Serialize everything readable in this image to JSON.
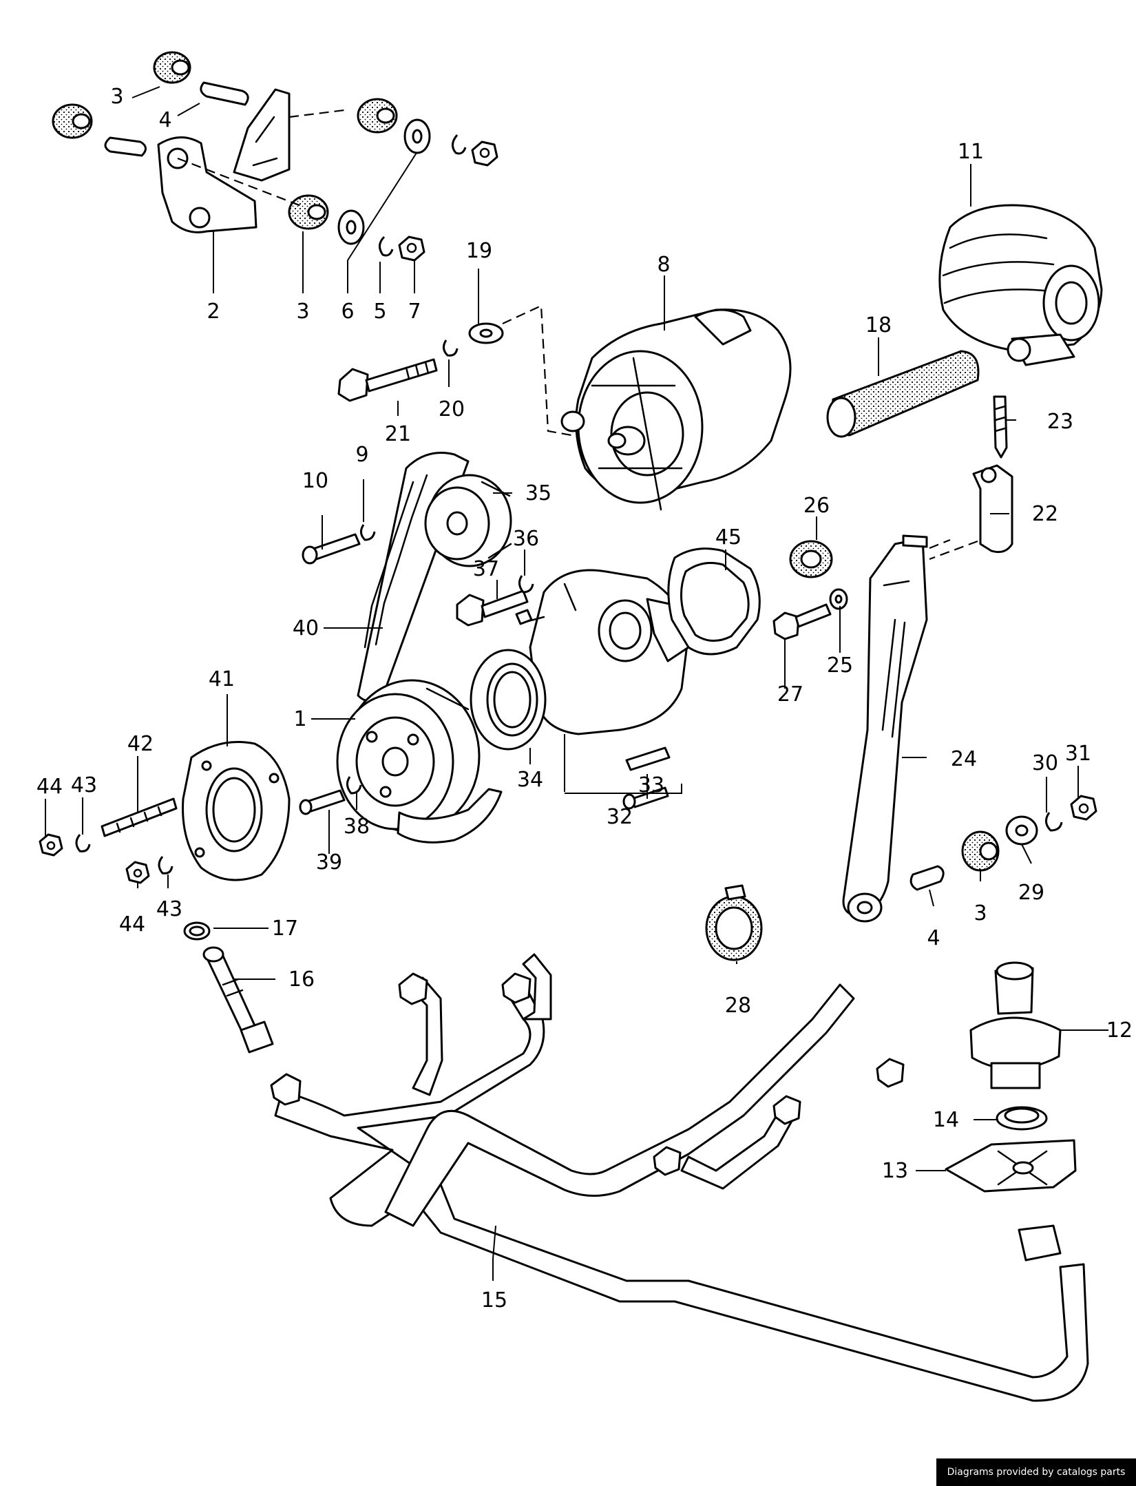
{
  "diagram": {
    "callouts": [
      {
        "id": "3a",
        "label": "3"
      },
      {
        "id": "4a",
        "label": "4"
      },
      {
        "id": "2",
        "label": "2"
      },
      {
        "id": "3b",
        "label": "3"
      },
      {
        "id": "6",
        "label": "6"
      },
      {
        "id": "5",
        "label": "5"
      },
      {
        "id": "7",
        "label": "7"
      },
      {
        "id": "19",
        "label": "19"
      },
      {
        "id": "8",
        "label": "8"
      },
      {
        "id": "11",
        "label": "11"
      },
      {
        "id": "18",
        "label": "18"
      },
      {
        "id": "21",
        "label": "21"
      },
      {
        "id": "20",
        "label": "20"
      },
      {
        "id": "23",
        "label": "23"
      },
      {
        "id": "10",
        "label": "10"
      },
      {
        "id": "9",
        "label": "9"
      },
      {
        "id": "35",
        "label": "35"
      },
      {
        "id": "26",
        "label": "26"
      },
      {
        "id": "22",
        "label": "22"
      },
      {
        "id": "36",
        "label": "36"
      },
      {
        "id": "37",
        "label": "37"
      },
      {
        "id": "45",
        "label": "45"
      },
      {
        "id": "40",
        "label": "40"
      },
      {
        "id": "25",
        "label": "25"
      },
      {
        "id": "27",
        "label": "27"
      },
      {
        "id": "41",
        "label": "41"
      },
      {
        "id": "1",
        "label": "1"
      },
      {
        "id": "42",
        "label": "42"
      },
      {
        "id": "43a",
        "label": "43"
      },
      {
        "id": "44a",
        "label": "44"
      },
      {
        "id": "34",
        "label": "34"
      },
      {
        "id": "33",
        "label": "33"
      },
      {
        "id": "32",
        "label": "32"
      },
      {
        "id": "24",
        "label": "24"
      },
      {
        "id": "31",
        "label": "31"
      },
      {
        "id": "30",
        "label": "30"
      },
      {
        "id": "39",
        "label": "39"
      },
      {
        "id": "38",
        "label": "38"
      },
      {
        "id": "29",
        "label": "29"
      },
      {
        "id": "44b",
        "label": "44"
      },
      {
        "id": "43b",
        "label": "43"
      },
      {
        "id": "3c",
        "label": "3"
      },
      {
        "id": "4b",
        "label": "4"
      },
      {
        "id": "17",
        "label": "17"
      },
      {
        "id": "16",
        "label": "16"
      },
      {
        "id": "28",
        "label": "28"
      },
      {
        "id": "12",
        "label": "12"
      },
      {
        "id": "14",
        "label": "14"
      },
      {
        "id": "13",
        "label": "13"
      },
      {
        "id": "15",
        "label": "15"
      }
    ]
  },
  "footer": {
    "credit": "Diagrams provided by catalogs parts"
  }
}
